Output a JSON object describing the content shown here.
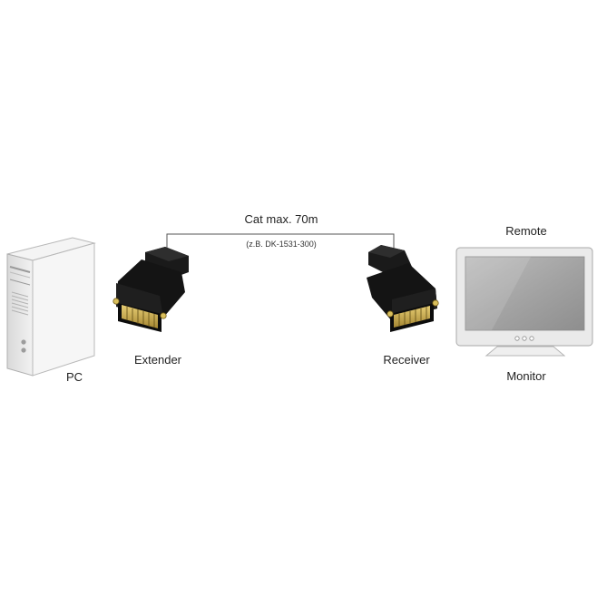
{
  "labels": {
    "cable": "Cat max. 70m",
    "cable_example": "(z.B. DK-1531-300)",
    "pc": "PC",
    "extender": "Extender",
    "receiver": "Receiver",
    "remote": "Remote",
    "monitor": "Monitor"
  },
  "colors": {
    "cable_line": "#555555",
    "connector_body": "#141414",
    "connector_pins": "#c8a84a",
    "pc_case": "#e6e6e6",
    "monitor_frame": "#e8e8e8",
    "monitor_screen": "#a9a9a9"
  }
}
